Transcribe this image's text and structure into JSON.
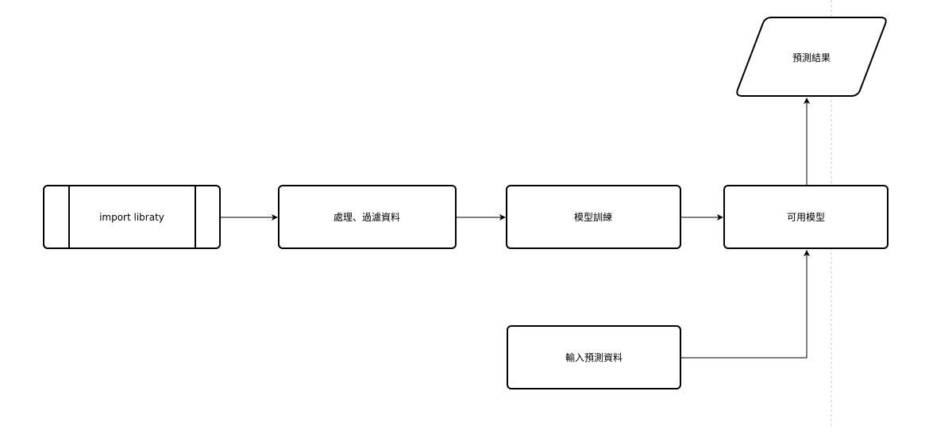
{
  "nodes": {
    "import": {
      "label": "import libraty"
    },
    "process": {
      "label": "處理、過濾資料"
    },
    "train": {
      "label": "模型訓練"
    },
    "model": {
      "label": "可用模型"
    },
    "input": {
      "label": "輸入預測資料"
    },
    "result": {
      "label": "預測結果"
    }
  },
  "edges": [
    {
      "from": "import",
      "to": "process"
    },
    {
      "from": "process",
      "to": "train"
    },
    {
      "from": "train",
      "to": "model"
    },
    {
      "from": "input",
      "to": "model"
    },
    {
      "from": "model",
      "to": "result"
    }
  ],
  "colors": {
    "stroke": "#000000",
    "fill": "#ffffff",
    "guide": "#c8c8c8"
  }
}
